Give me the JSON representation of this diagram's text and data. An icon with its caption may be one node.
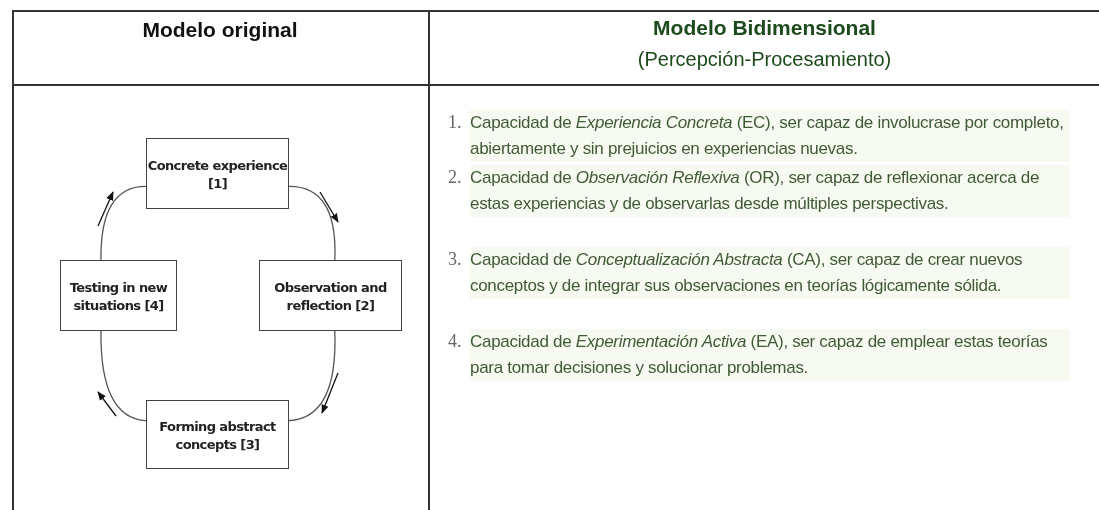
{
  "diagram": {
    "nodes": [
      {
        "text": [
          "Concrete experience [1]"
        ]
      },
      {
        "text": [
          "Testing in new situations [4]"
        ]
      },
      {
        "text": [
          "Observation and reflection [2]"
        ]
      },
      {
        "text": [
          "Forming abstract concepts [3]"
        ]
      }
    ],
    "edges": [
      {
        "from": 0,
        "to": 2,
        "arrow": "none"
      },
      {
        "from": 2,
        "to": 3,
        "arrow": "none"
      },
      {
        "from": 3,
        "to": 1,
        "arrow": "none"
      },
      {
        "from": 1,
        "to": 0,
        "arrow": "none"
      }
    ],
    "labels": [
      "Modelo original",
      "Modelo Bidimensional",
      "(Percepción-Procesamiento)",
      "1.",
      "Capacidad de *Experiencia Concreta* (EC), ser capaz de involucrase por completo, abiertamente y sin prejuicios en experiencias nuevas.",
      "2.",
      "Capacidad de *Observación Reflexiva* (OR), ser capaz de reflexionar acerca de estas experiencias y de observarlas desde múltiples perspectivas.",
      "3.",
      "Capacidad de *Conceptualización Abstracta* (CA), ser capaz de crear nuevos conceptos y de integrar sus observaciones en teorías lógicamente sólida.",
      "4.",
      "Capacidad de *Experimentación Activa* (EA), ser capaz de emplear estas teorías para tomar decisiones y solucionar problemas."
    ]
  }
}
